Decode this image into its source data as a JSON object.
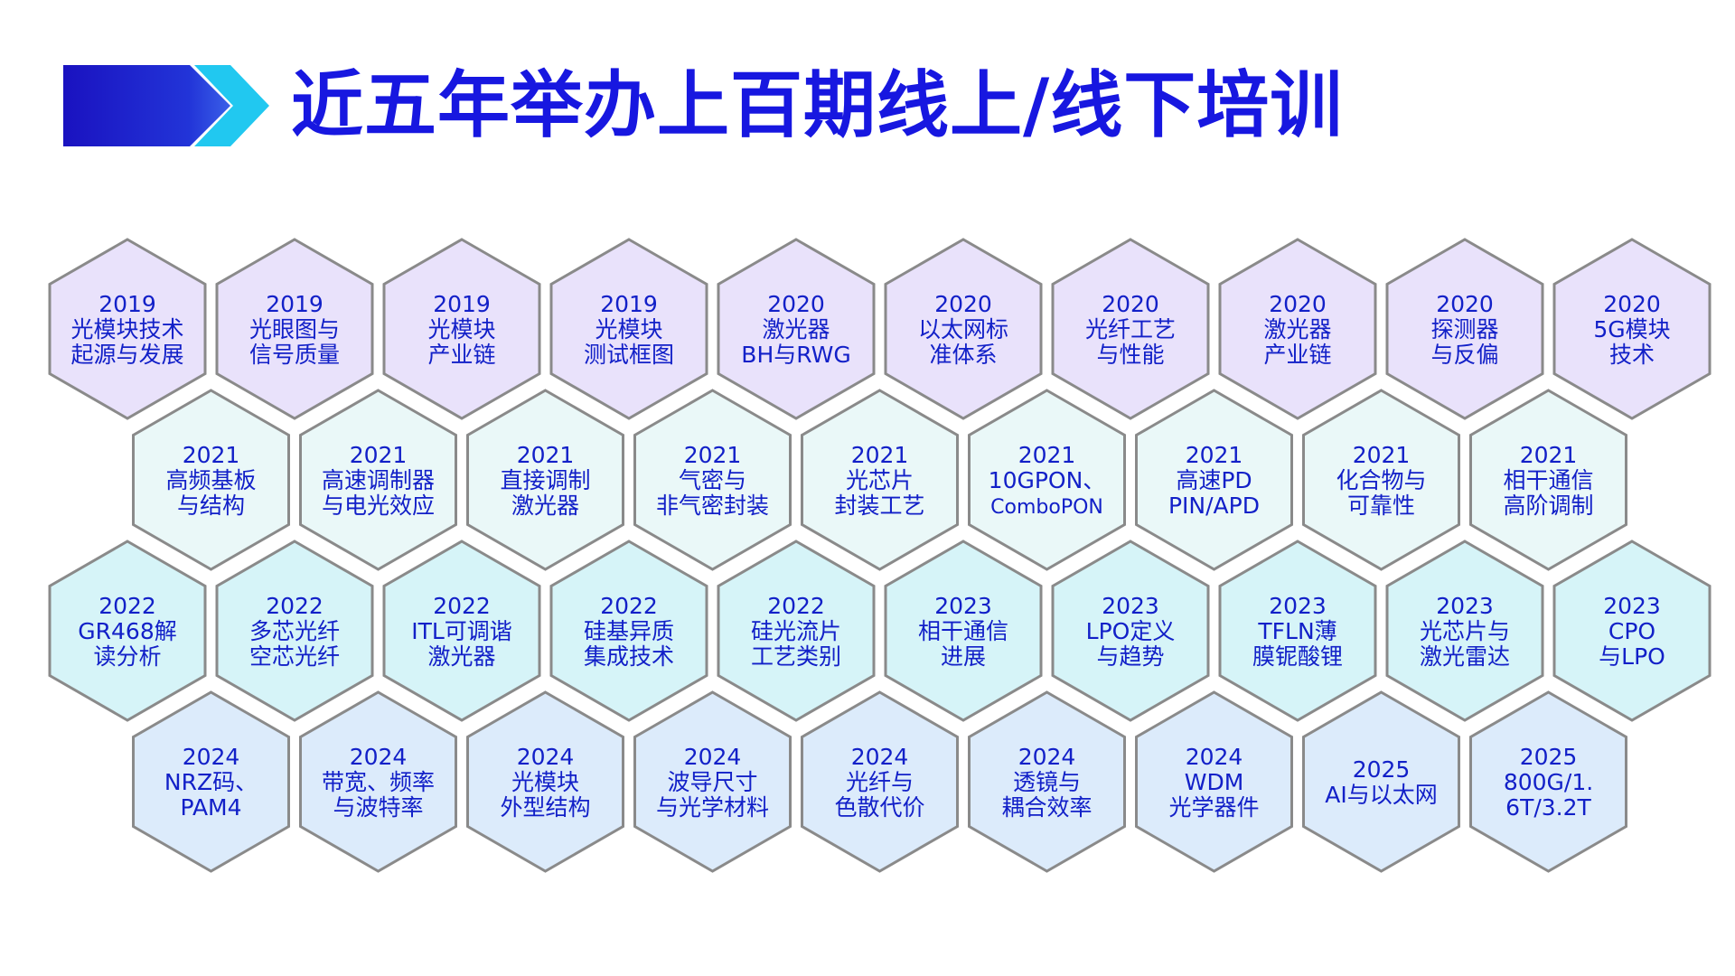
{
  "title": "近五年举办上百期线上/线下培训",
  "colors": {
    "title": "#1717e0",
    "text": "#1220c8",
    "stroke": "#8a8a8a",
    "row_fills": [
      "#e9e2fb",
      "#eaf8f8",
      "#d6f4f8",
      "#dcebfb"
    ],
    "arrow_dark": "#1a12c0",
    "arrow_light": "#21c8f0"
  },
  "header_icon": "double-chevron-arrow-icon",
  "rows": [
    {
      "offset": false,
      "items": [
        {
          "year": "2019",
          "lines": [
            "光模块技术",
            "起源与发展"
          ]
        },
        {
          "year": "2019",
          "lines": [
            "光眼图与",
            "信号质量"
          ]
        },
        {
          "year": "2019",
          "lines": [
            "光模块",
            "产业链"
          ]
        },
        {
          "year": "2019",
          "lines": [
            "光模块",
            "测试框图"
          ]
        },
        {
          "year": "2020",
          "lines": [
            "激光器",
            "BH与RWG"
          ]
        },
        {
          "year": "2020",
          "lines": [
            "以太网标",
            "准体系"
          ]
        },
        {
          "year": "2020",
          "lines": [
            "光纤工艺",
            "与性能"
          ]
        },
        {
          "year": "2020",
          "lines": [
            "激光器",
            "产业链"
          ]
        },
        {
          "year": "2020",
          "lines": [
            "探测器",
            "与反偏"
          ]
        },
        {
          "year": "2020",
          "lines": [
            "5G模块",
            "技术"
          ]
        }
      ]
    },
    {
      "offset": true,
      "items": [
        {
          "year": "2021",
          "lines": [
            "高频基板",
            "与结构"
          ]
        },
        {
          "year": "2021",
          "lines": [
            "高速调制器",
            "与电光效应"
          ]
        },
        {
          "year": "2021",
          "lines": [
            "直接调制",
            "激光器"
          ]
        },
        {
          "year": "2021",
          "lines": [
            "气密与",
            "非气密封装"
          ]
        },
        {
          "year": "2021",
          "lines": [
            "光芯片",
            "封装工艺"
          ]
        },
        {
          "year": "2021",
          "lines": [
            "10GPON、",
            "ComboPON"
          ]
        },
        {
          "year": "2021",
          "lines": [
            "高速PD",
            "PIN/APD"
          ]
        },
        {
          "year": "2021",
          "lines": [
            "化合物与",
            "可靠性"
          ]
        },
        {
          "year": "2021",
          "lines": [
            "相干通信",
            "高阶调制"
          ]
        }
      ]
    },
    {
      "offset": false,
      "items": [
        {
          "year": "2022",
          "lines": [
            "GR468解",
            "读分析"
          ]
        },
        {
          "year": "2022",
          "lines": [
            "多芯光纤",
            "空芯光纤"
          ]
        },
        {
          "year": "2022",
          "lines": [
            "ITL可调谐",
            "激光器"
          ]
        },
        {
          "year": "2022",
          "lines": [
            "硅基异质",
            "集成技术"
          ]
        },
        {
          "year": "2022",
          "lines": [
            "硅光流片",
            "工艺类别"
          ]
        },
        {
          "year": "2023",
          "lines": [
            "相干通信",
            "进展"
          ]
        },
        {
          "year": "2023",
          "lines": [
            "LPO定义",
            "与趋势"
          ]
        },
        {
          "year": "2023",
          "lines": [
            "TFLN薄",
            "膜铌酸锂"
          ]
        },
        {
          "year": "2023",
          "lines": [
            "光芯片与",
            "激光雷达"
          ]
        },
        {
          "year": "2023",
          "lines": [
            "CPO",
            "与LPO"
          ]
        }
      ]
    },
    {
      "offset": true,
      "items": [
        {
          "year": "2024",
          "lines": [
            "NRZ码、",
            "PAM4"
          ]
        },
        {
          "year": "2024",
          "lines": [
            "带宽、频率",
            "与波特率"
          ]
        },
        {
          "year": "2024",
          "lines": [
            "光模块",
            "外型结构"
          ]
        },
        {
          "year": "2024",
          "lines": [
            "波导尺寸",
            "与光学材料"
          ]
        },
        {
          "year": "2024",
          "lines": [
            "光纤与",
            "色散代价"
          ]
        },
        {
          "year": "2024",
          "lines": [
            "透镜与",
            "耦合效率"
          ]
        },
        {
          "year": "2024",
          "lines": [
            "WDM",
            "光学器件"
          ]
        },
        {
          "year": "2025",
          "lines": [
            "AI与以太网"
          ]
        },
        {
          "year": "2025",
          "lines": [
            "800G/1.",
            "6T/3.2T"
          ]
        }
      ]
    }
  ]
}
